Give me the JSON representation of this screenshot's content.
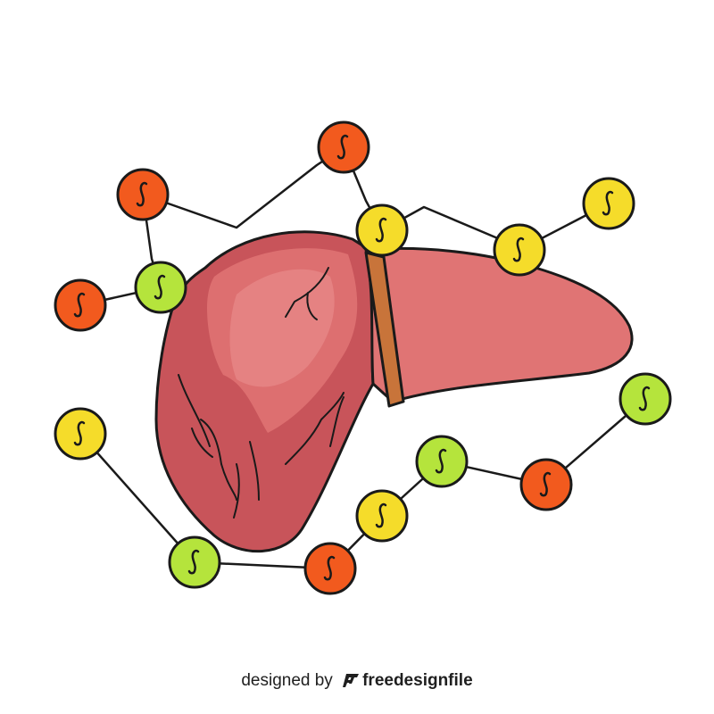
{
  "illustration": {
    "subject": "liver",
    "colors": {
      "outline": "#1a1a1a",
      "liver_body": "#c8545a",
      "liver_right_lobe": "#e07474",
      "liver_highlight": "#e88a8a",
      "ligament": "#c8743a",
      "node_red": "#f25a1e",
      "node_yellow": "#f5dc2a",
      "node_green": "#b5e43c",
      "connector": "#1a1a1a"
    },
    "node_glyph": "s",
    "nodes": [
      {
        "id": "n1",
        "color": "red"
      },
      {
        "id": "n2",
        "color": "red"
      },
      {
        "id": "n3",
        "color": "green"
      },
      {
        "id": "n4",
        "color": "red"
      },
      {
        "id": "n5",
        "color": "yellow"
      },
      {
        "id": "n6",
        "color": "yellow"
      },
      {
        "id": "n7",
        "color": "yellow"
      },
      {
        "id": "n8",
        "color": "yellow"
      },
      {
        "id": "n9",
        "color": "green"
      },
      {
        "id": "n10",
        "color": "red"
      },
      {
        "id": "n11",
        "color": "yellow"
      },
      {
        "id": "n12",
        "color": "green"
      },
      {
        "id": "n13",
        "color": "green"
      },
      {
        "id": "n14",
        "color": "red"
      }
    ]
  },
  "credit": {
    "prefix": "designed by",
    "brand": "freedesignfile",
    "logo_icon": "freedesignfile-logo-icon"
  }
}
